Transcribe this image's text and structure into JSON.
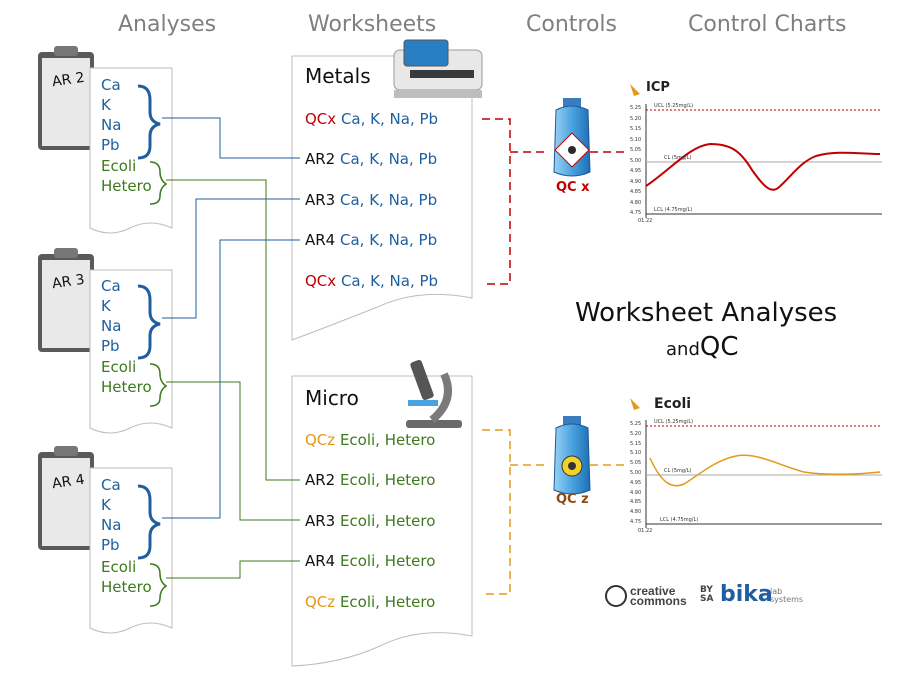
{
  "headers": {
    "analyses": "Analyses",
    "worksheets": "Worksheets",
    "controls": "Controls",
    "control_charts": "Control Charts"
  },
  "analysis_requests": [
    {
      "id": "AR 2",
      "metals": [
        "Ca",
        "K",
        "Na",
        "Pb"
      ],
      "micro": [
        "Ecoli",
        "Hetero"
      ]
    },
    {
      "id": "AR 3",
      "metals": [
        "Ca",
        "K",
        "Na",
        "Pb"
      ],
      "micro": [
        "Ecoli",
        "Hetero"
      ]
    },
    {
      "id": "AR 4",
      "metals": [
        "Ca",
        "K",
        "Na",
        "Pb"
      ],
      "micro": [
        "Ecoli",
        "Hetero"
      ]
    }
  ],
  "worksheets": [
    {
      "title": "Metals",
      "rows": [
        {
          "prefix": "QCx",
          "analytes": "Ca, K, Na, Pb",
          "kind": "qc"
        },
        {
          "prefix": "AR2",
          "analytes": "Ca, K, Na, Pb",
          "kind": "ar"
        },
        {
          "prefix": "AR3",
          "analytes": "Ca, K, Na, Pb",
          "kind": "ar"
        },
        {
          "prefix": "AR4",
          "analytes": "Ca, K, Na, Pb",
          "kind": "ar"
        },
        {
          "prefix": "QCx",
          "analytes": "Ca, K, Na, Pb",
          "kind": "qc"
        }
      ]
    },
    {
      "title": "Micro",
      "rows": [
        {
          "prefix": "QCz",
          "analytes": "Ecoli, Hetero",
          "kind": "qc"
        },
        {
          "prefix": "AR2",
          "analytes": "Ecoli, Hetero",
          "kind": "ar"
        },
        {
          "prefix": "AR3",
          "analytes": "Ecoli, Hetero",
          "kind": "ar"
        },
        {
          "prefix": "AR4",
          "analytes": "Ecoli, Hetero",
          "kind": "ar"
        },
        {
          "prefix": "QCz",
          "analytes": "Ecoli, Hetero",
          "kind": "qc"
        }
      ]
    }
  ],
  "controls": [
    {
      "name": "QC x",
      "color": "#c00000"
    },
    {
      "name": "QC z",
      "color": "#8b4a12"
    }
  ],
  "charts": [
    {
      "title": "ICP",
      "ucl_label": "UCL (5.25mg/L)",
      "cl_label": "CL (5mg/L)",
      "lcl_label": "LCL (4.75mg/L)",
      "y_ticks": [
        "5.25",
        "5.20",
        "5.15",
        "5.10",
        "5.05",
        "5.00",
        "4.95",
        "4.90",
        "4.85",
        "4.80",
        "4.75"
      ],
      "x_tick": "01.22",
      "line_color": "#c00000"
    },
    {
      "title": "Ecoli",
      "ucl_label": "UCL (5.25mg/L)",
      "cl_label": "CL (5mg/L)",
      "lcl_label": "LCL (4.75mg/L)",
      "y_ticks": [
        "5.25",
        "5.20",
        "5.15",
        "5.10",
        "5.05",
        "5.00",
        "4.95",
        "4.90",
        "4.85",
        "4.80",
        "4.75"
      ],
      "x_tick": "01.22",
      "line_color": "#e39a1a"
    }
  ],
  "heading": {
    "line1": "Worksheet Analyses",
    "and": "and",
    "qc": "QC"
  },
  "logos": {
    "cc_top": "creative",
    "cc_bottom": "commons",
    "by": "BY",
    "sa": "SA",
    "bika": "bika",
    "lab": "lab",
    "systems": "systems"
  },
  "colors": {
    "blue": "#1f5fa0",
    "green": "#3d7a1e",
    "red": "#c00000",
    "orange": "#e39a1a",
    "header_grey": "#7f7f7f"
  }
}
